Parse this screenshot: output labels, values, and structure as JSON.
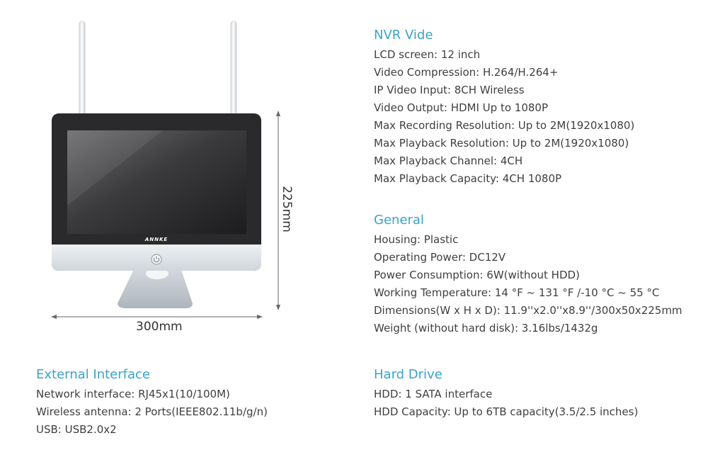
{
  "product": {
    "brand": "ANNKE",
    "width_label": "300mm",
    "height_label": "225mm"
  },
  "nvr": {
    "title": "NVR Vide",
    "lines": [
      "LCD screen: 12 inch",
      "Video Compression: H.264/H.264+",
      "IP Video Input: 8CH Wireless",
      "Video Output: HDMI Up to 1080P",
      "Max Recording Resolution: Up to 2M(1920x1080)",
      "Max Playback Resolution: Up to 2M(1920x1080)",
      "Max Playback Channel: 4CH",
      "Max Playback Capacity: 4CH 1080P"
    ]
  },
  "general": {
    "title": "General",
    "lines": [
      "Housing: Plastic",
      "Operating Power: DC12V",
      "Power Consumption: 6W(without HDD)",
      "Working Temperature: 14 °F ~ 131 °F /-10 °C ~ 55 °C",
      "Dimensions(W x H x D): 11.9''x2.0''x8.9''/300x50x225mm",
      "Weight (without hard disk): 3.16lbs/1432g"
    ]
  },
  "external": {
    "title": "External Interface",
    "lines": [
      "Network interface: RJ45x1(10/100M)",
      "Wireless antenna: 2 Ports(IEEE802.11b/g/n)",
      "USB: USB2.0x2"
    ]
  },
  "hdd": {
    "title": "Hard Drive",
    "lines": [
      "HDD: 1 SATA interface",
      "HDD Capacity: Up to 6TB capacity(3.5/2.5 inches)"
    ]
  },
  "colors": {
    "heading": "#3aa3c8",
    "text": "#3f3f3f"
  }
}
